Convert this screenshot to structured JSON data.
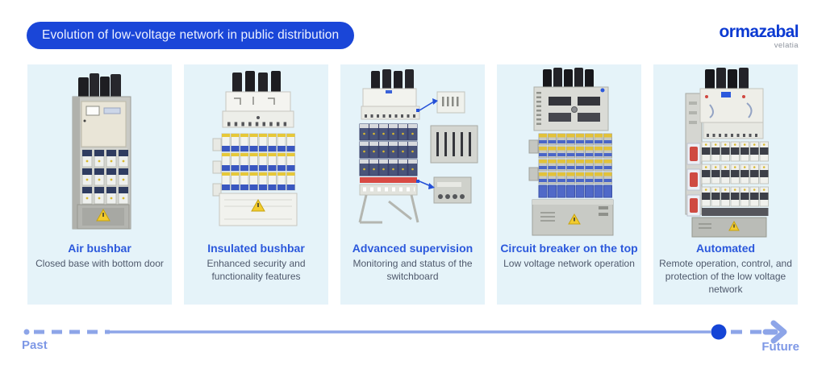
{
  "header": {
    "title": "Evolution of low-voltage network in public distribution"
  },
  "logo": {
    "brand": "ormazabal",
    "sub": "velatia"
  },
  "cards": [
    {
      "title": "Air bushbar",
      "description": "Closed base with bottom door",
      "illustration": "air-bushbar-cabinet"
    },
    {
      "title": "Insulated bushbar",
      "description": "Enhanced security and functionality features",
      "illustration": "insulated-bushbar-unit"
    },
    {
      "title": "Advanced supervision",
      "description": "Monitoring and status of the switchboard",
      "illustration": "switchboard-with-supervision-modules"
    },
    {
      "title": "Circuit breaker on the top",
      "description": "Low voltage network operation",
      "illustration": "switchboard-circuit-breaker-top"
    },
    {
      "title": "Automated",
      "description": "Remote operation, control, and protection of the low voltage network",
      "illustration": "automated-switchboard"
    }
  ],
  "timeline": {
    "past_label": "Past",
    "future_label": "Future"
  },
  "colors": {
    "pill_blue": "#1a46d8",
    "accent_blue": "#1545d6",
    "title_blue": "#2b58dc",
    "periwinkle": "#8da5e8",
    "card_background": "#e5f3f9",
    "body_text": "#4e586b",
    "logo_blue": "#0c3ad2",
    "logo_gray": "#8d939d",
    "warning_yellow": "#f2cb2e"
  }
}
